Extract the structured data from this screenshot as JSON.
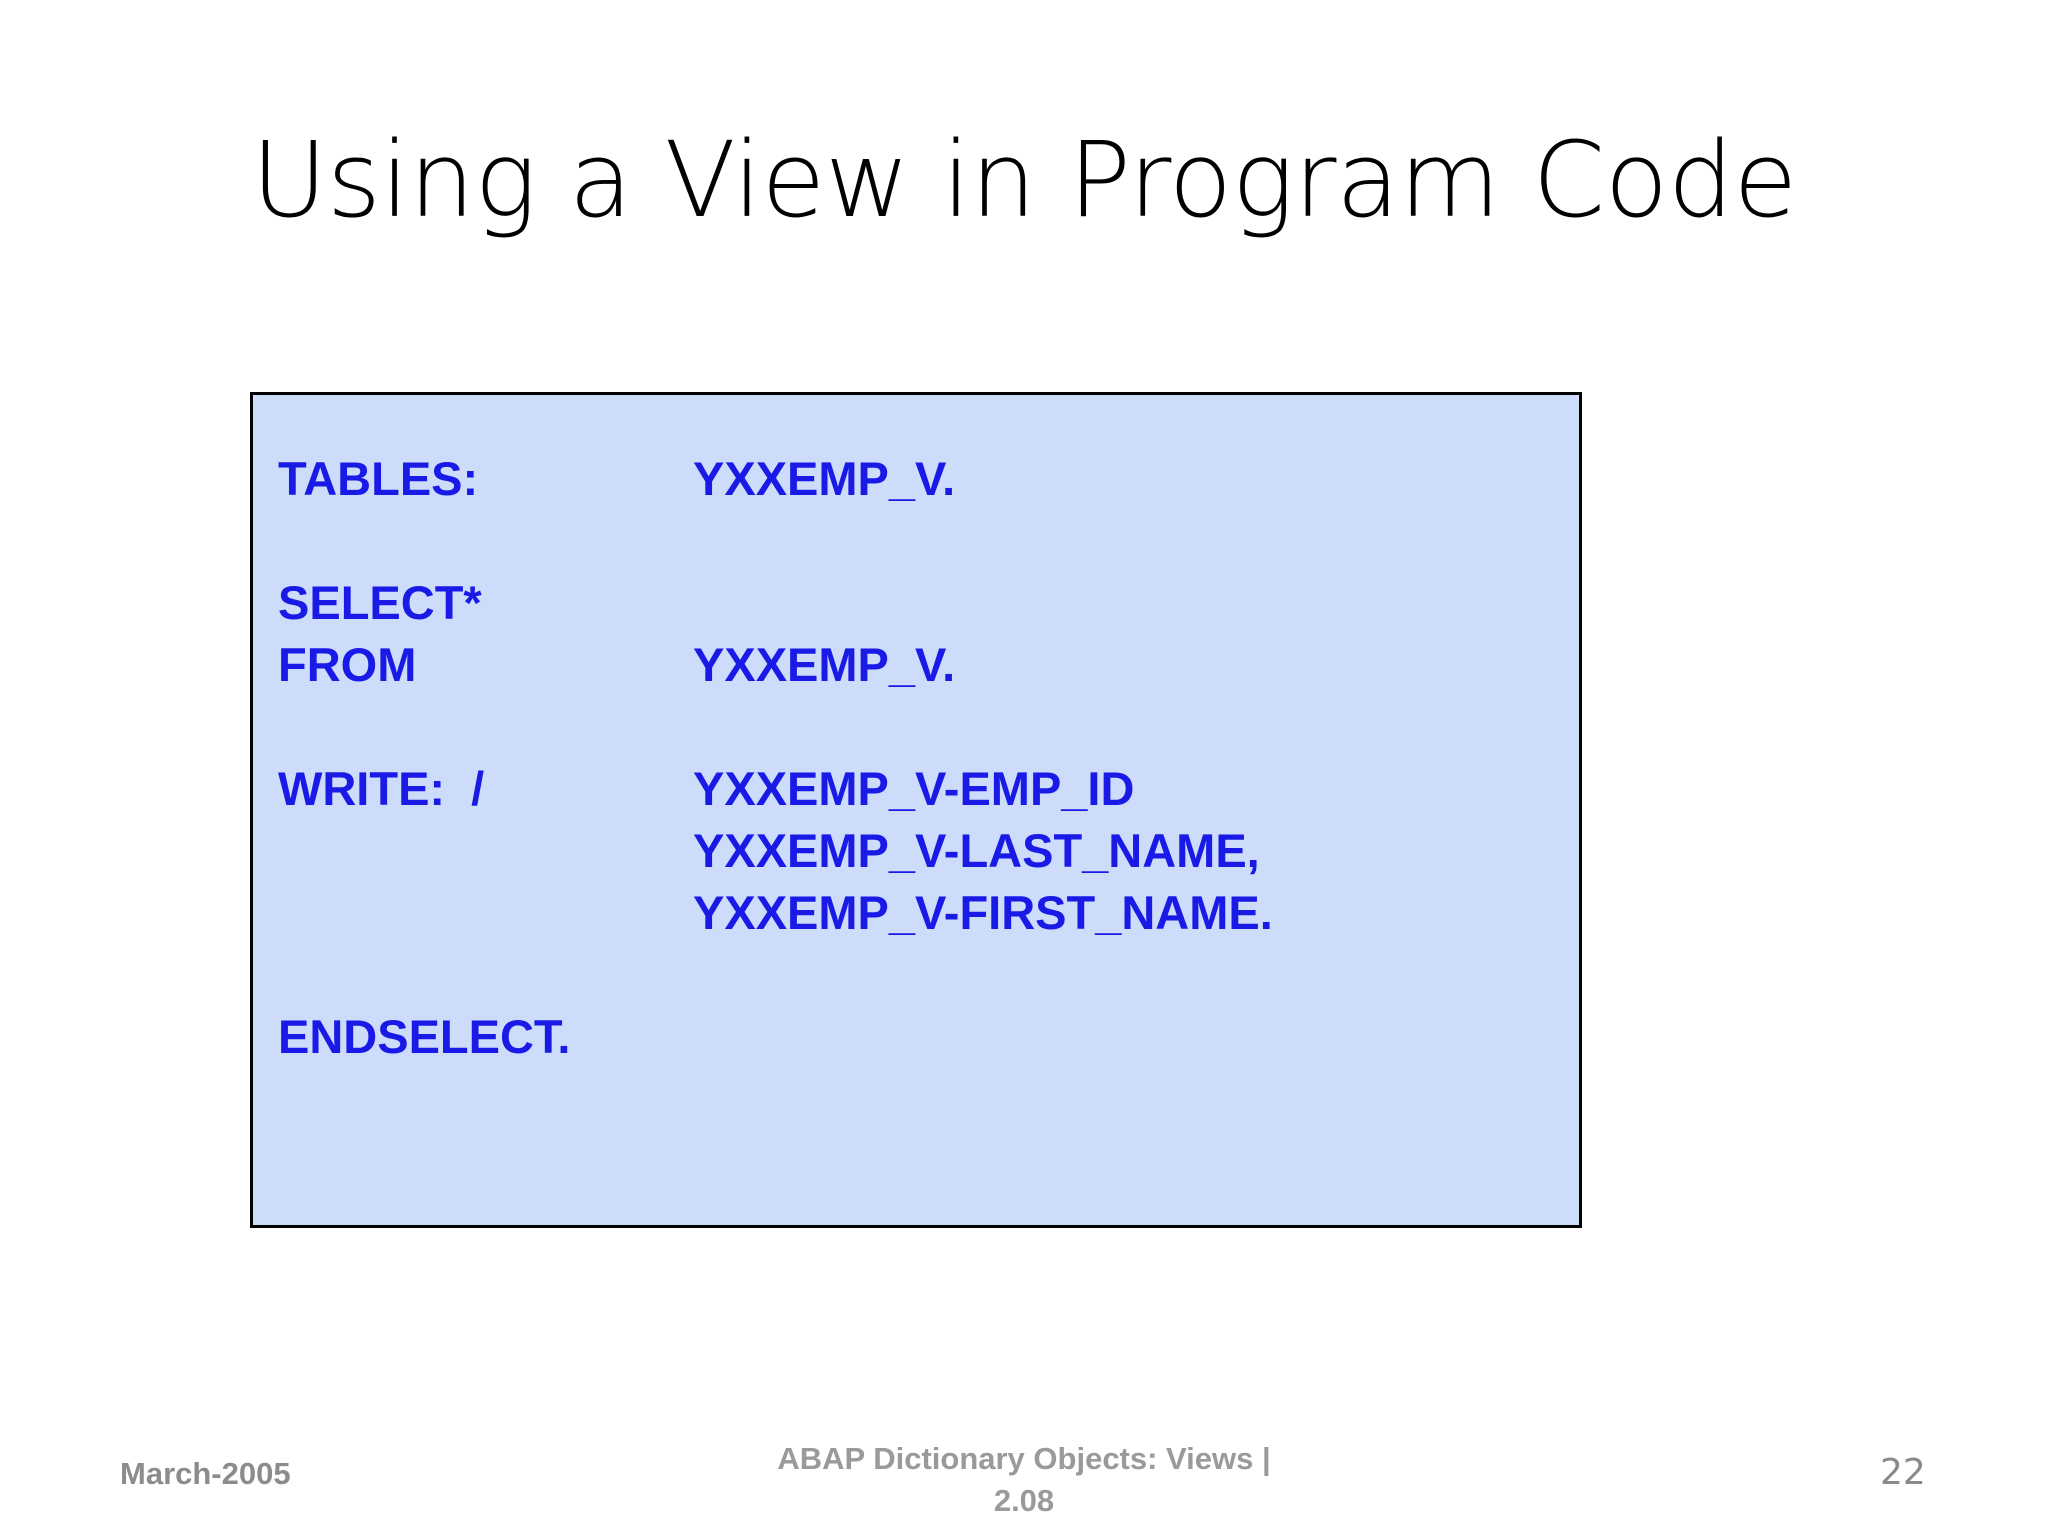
{
  "slide": {
    "title": "Using a View in Program Code",
    "background_color": "#ffffff",
    "title_color": "#000000"
  },
  "code_panel": {
    "background_color": "#ccdcfa",
    "border_color": "#000000",
    "text_color": "#1a1ae6",
    "lines": [
      {
        "keyword": "TABLES:",
        "value": "YXXEMP_V."
      },
      {
        "keyword": "SELECT*",
        "value": ""
      },
      {
        "keyword": "FROM",
        "value": "YXXEMP_V."
      },
      {
        "keyword": "WRITE:  /",
        "value": "YXXEMP_V-EMP_ID"
      },
      {
        "keyword": "",
        "value": "YXXEMP_V-LAST_NAME,"
      },
      {
        "keyword": "",
        "value": "YXXEMP_V-FIRST_NAME."
      },
      {
        "keyword": "ENDSELECT.",
        "value": ""
      }
    ]
  },
  "footer": {
    "date": "March-2005",
    "center_line1": "ABAP Dictionary Objects:  Views |",
    "center_line2": "2.08",
    "page_number": "22",
    "text_color": "#8c8c8c"
  }
}
